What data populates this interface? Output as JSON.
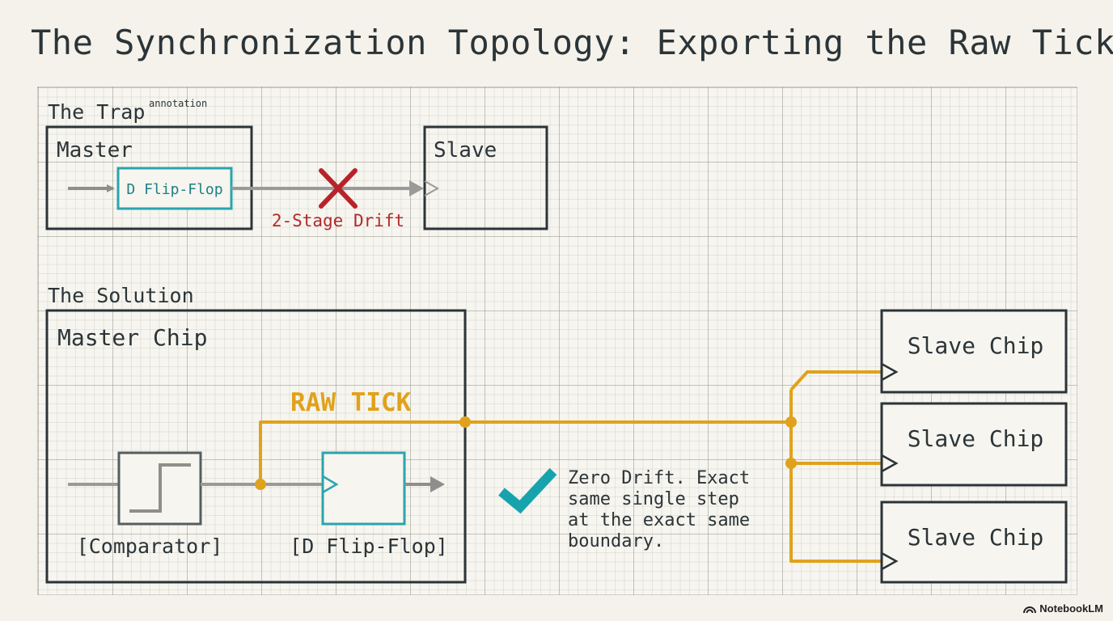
{
  "title": "The Synchronization Topology: Exporting the Raw Tick",
  "trap": {
    "heading": "The Trap",
    "annotation": "annotation",
    "master_label": "Master",
    "flipflop_label": "D Flip-Flop",
    "slave_label": "Slave",
    "drift_label": "2-Stage Drift"
  },
  "solution": {
    "heading": "The Solution",
    "master_label": "Master Chip",
    "raw_tick_label": "RAW TICK",
    "comparator_label": "[Comparator]",
    "flipflop_label": "[D Flip-Flop]",
    "note_lines": [
      "Zero Drift. Exact",
      "same single step",
      "at the exact same",
      "boundary."
    ],
    "slaves": [
      "Slave Chip",
      "Slave Chip",
      "Slave Chip"
    ]
  },
  "colors": {
    "box": "#2b3438",
    "teal": "#2aa4ac",
    "gold": "#e0a21c",
    "wire": "#9a9a98",
    "red": "#b8232a",
    "drift_text": "#b12a2a"
  },
  "footer": {
    "brand": "NotebookLM",
    "icon": "notebooklm-logo-icon"
  }
}
